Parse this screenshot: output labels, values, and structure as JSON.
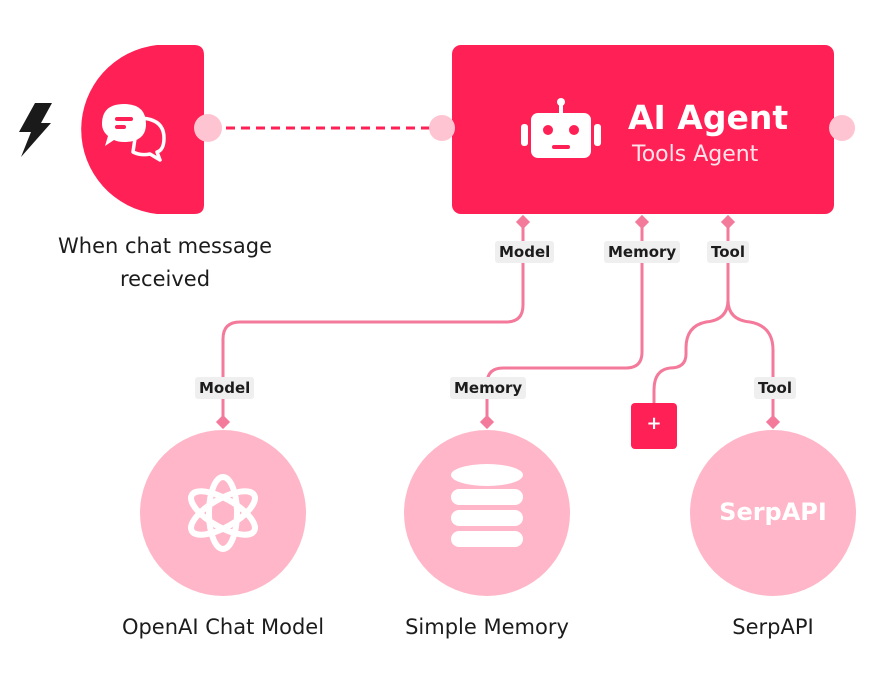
{
  "trigger": {
    "caption_line1": "When chat message",
    "caption_line2": "received",
    "icon": "chat-bubbles-icon",
    "side_icon": "lightning-icon"
  },
  "agent": {
    "title": "AI Agent",
    "subtitle": "Tools Agent",
    "icon": "robot-icon",
    "ports": {
      "model": "Model",
      "memory": "Memory",
      "tool": "Tool"
    }
  },
  "nodes": {
    "openai": {
      "caption": "OpenAI Chat Model",
      "port_label": "Model",
      "icon": "openai-icon"
    },
    "memory": {
      "caption": "Simple Memory",
      "port_label": "Memory",
      "icon": "database-icon"
    },
    "serpapi": {
      "caption": "SerpAPI",
      "port_label": "Tool",
      "logo_text": "SerpAPI"
    }
  },
  "add_button": {
    "label": "+"
  },
  "colors": {
    "primary": "#ff2155",
    "light": "#ffb6c8",
    "connector": "#f37a9a",
    "port": "#ffc4d2"
  }
}
